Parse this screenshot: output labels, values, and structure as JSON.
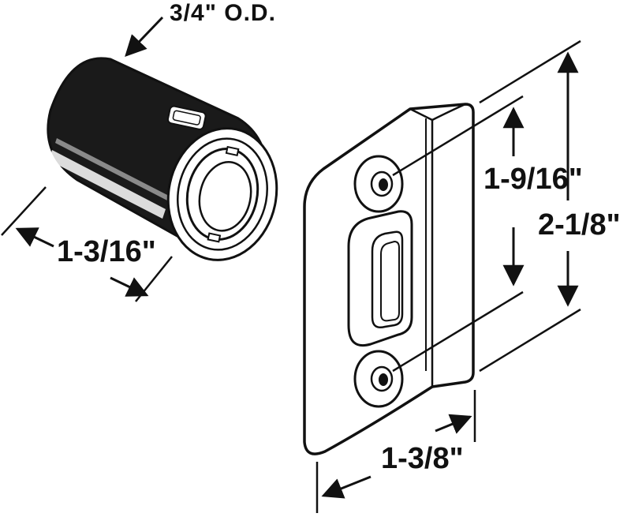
{
  "dimensions": {
    "outer_diameter": "3/4\" O.D.",
    "housing_length": "1-3/16\"",
    "hole_spacing": "1-9/16\"",
    "plate_height": "2-1/8\"",
    "plate_width": "1-3/8\""
  },
  "colors": {
    "line": "#111111",
    "body": "#1a1a1a",
    "background": "#ffffff"
  }
}
